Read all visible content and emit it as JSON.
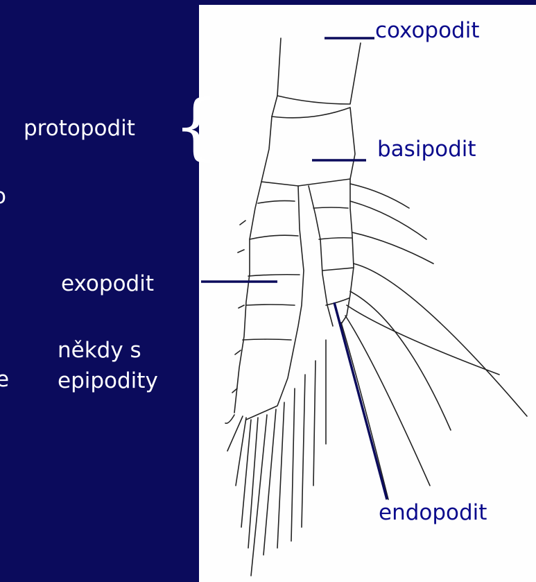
{
  "labels": {
    "coxopodit": "coxopodit",
    "protopodit": "protopodit",
    "basipodit": "basipodit",
    "exopodit": "exopodit",
    "nekdy_s": "někdy s",
    "epipodity": "epipodity",
    "endopodit": "endopodit",
    "clip_1": "o",
    "clip_2": "e"
  },
  "glyphs": {
    "brace": "{"
  },
  "colors": {
    "background": "#0b0b5c",
    "panel": "#fefefe",
    "label_on_panel": "#0b0b8c",
    "pointer_lines": "#0b0b5c",
    "drawing_ink": "#222222"
  }
}
